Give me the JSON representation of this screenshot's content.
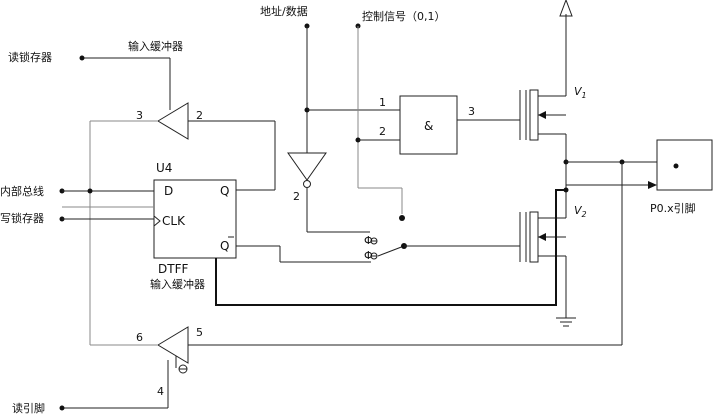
{
  "labels": {
    "read_latch": "读锁存器",
    "input_buffer_top": "输入缓冲器",
    "addr_data": "地址/数据",
    "control_signal": "控制信号（0,1）",
    "internal_bus": "内部总线",
    "write_latch": "写锁存器",
    "read_pin": "读引脚",
    "pin": "P0.x引脚",
    "flipflop_ref": "U4",
    "flipflop_type": "DTFF",
    "input_buffer_bottom": "输入缓冲器",
    "d": "D",
    "q": "Q",
    "clk": "CLK",
    "qbar": "Q",
    "and_symbol": "&",
    "v1": "V",
    "v1_sub": "1",
    "v2": "V",
    "v2_sub": "2",
    "switch_a": "Φ",
    "switch_b": "Φ"
  },
  "pin_numbers": {
    "buf1_in": "3",
    "buf1_out": "2",
    "and_in1": "1",
    "and_in2": "2",
    "and_out": "3",
    "inv_out": "2",
    "buf2_in": "6",
    "buf2_out": "5",
    "buf2_en": "4"
  }
}
